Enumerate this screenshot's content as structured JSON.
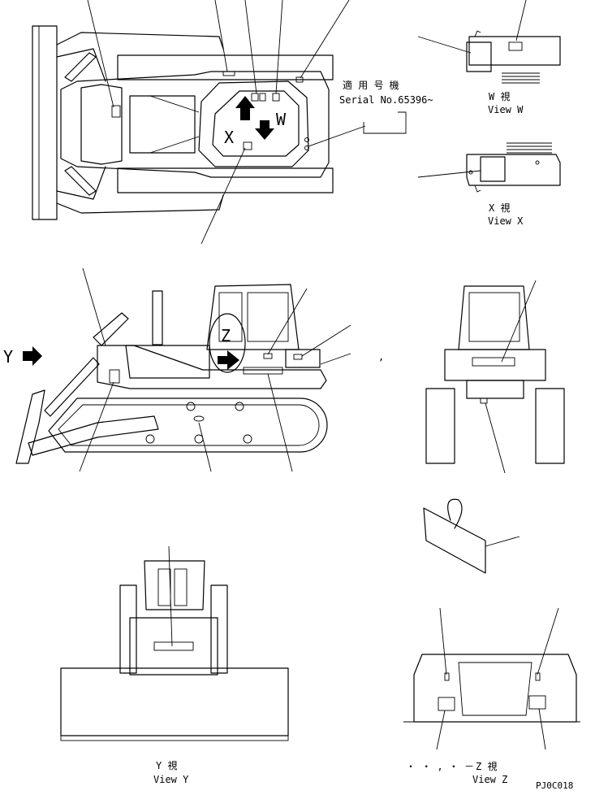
{
  "serial": {
    "applicable_jp": "適 用 号 機",
    "serial_text": "Serial No.65396~"
  },
  "views": {
    "w_jp": "W  視",
    "w_en": "View W",
    "x_jp": "X  視",
    "x_en": "View X",
    "y_jp": "Y  視",
    "y_en": "View Y",
    "z_prefix": "・ ・ , ・ －",
    "z_jp": "Z  視",
    "z_en": "View Z"
  },
  "markers": {
    "y_arrow_letter": "Y",
    "x_letter": "X",
    "w_letter": "W",
    "z_letter": "Z",
    "comma": ","
  },
  "drawing_code": "PJ0C018"
}
